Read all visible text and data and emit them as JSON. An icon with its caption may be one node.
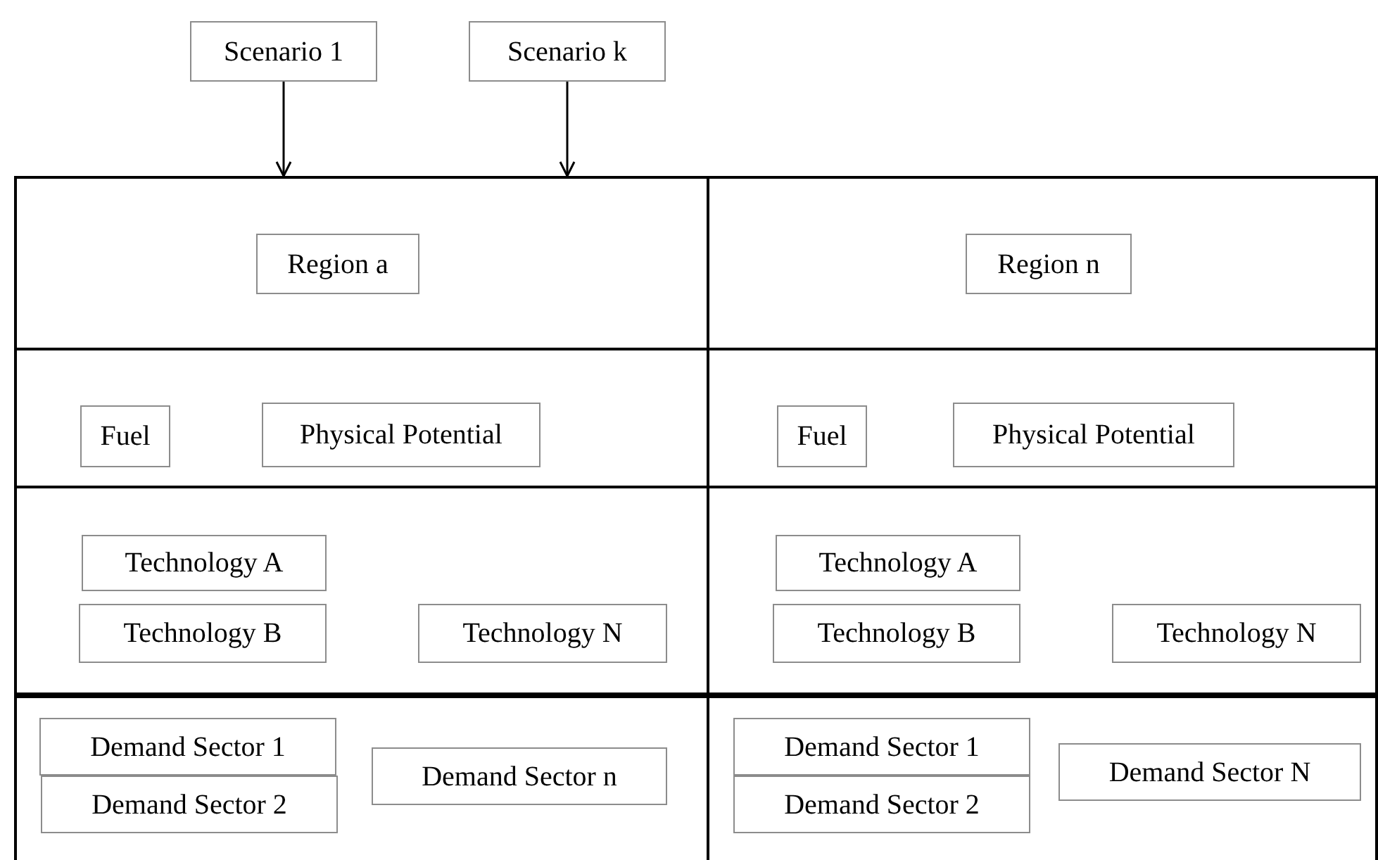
{
  "diagram": {
    "nodes": [
      {
        "text": [
          "Scenario 1"
        ]
      },
      {
        "text": [
          "Scenario k"
        ]
      },
      {
        "text": [],
        "shape": "box"
      },
      {
        "text": [
          "Region a"
        ],
        "in": 2
      },
      {
        "text": [],
        "shape": "box"
      },
      {
        "text": [
          "Region n"
        ],
        "in": 4
      },
      {
        "text": [],
        "shape": "box"
      },
      {
        "text": [
          "Fuel"
        ],
        "in": 6
      },
      {
        "text": [
          "Physical Potential"
        ],
        "in": 6
      },
      {
        "text": [],
        "shape": "box"
      },
      {
        "text": [
          "Fuel"
        ],
        "in": 9
      },
      {
        "text": [
          "Physical Potential"
        ],
        "in": 9
      },
      {
        "text": [],
        "shape": "box"
      },
      {
        "text": [
          "Technology A"
        ],
        "in": 12
      },
      {
        "text": [
          "Technology B"
        ],
        "in": 12
      },
      {
        "text": [
          "Technology N"
        ],
        "in": 12
      },
      {
        "text": [],
        "shape": "box"
      },
      {
        "text": [
          "Technology A"
        ],
        "in": 16
      },
      {
        "text": [
          "Technology B"
        ],
        "in": 16
      },
      {
        "text": [
          "Technology N"
        ],
        "in": 16
      },
      {
        "text": [],
        "shape": "box"
      },
      {
        "text": [
          "Demand Sector 1"
        ],
        "in": 20
      },
      {
        "text": [
          "Demand Sector 2"
        ],
        "in": 20
      },
      {
        "text": [
          "Demand Sector n"
        ],
        "in": 20
      },
      {
        "text": [],
        "shape": "box"
      },
      {
        "text": [
          "Demand Sector 1"
        ],
        "in": 24
      },
      {
        "text": [
          "Demand Sector 2"
        ],
        "in": 24
      },
      {
        "text": [
          "Demand Sector N"
        ],
        "in": 24
      }
    ],
    "edges": [
      {
        "from": 0,
        "to": 2,
        "arrow": "to"
      },
      {
        "from": 1,
        "to": 2,
        "arrow": "to"
      }
    ]
  }
}
